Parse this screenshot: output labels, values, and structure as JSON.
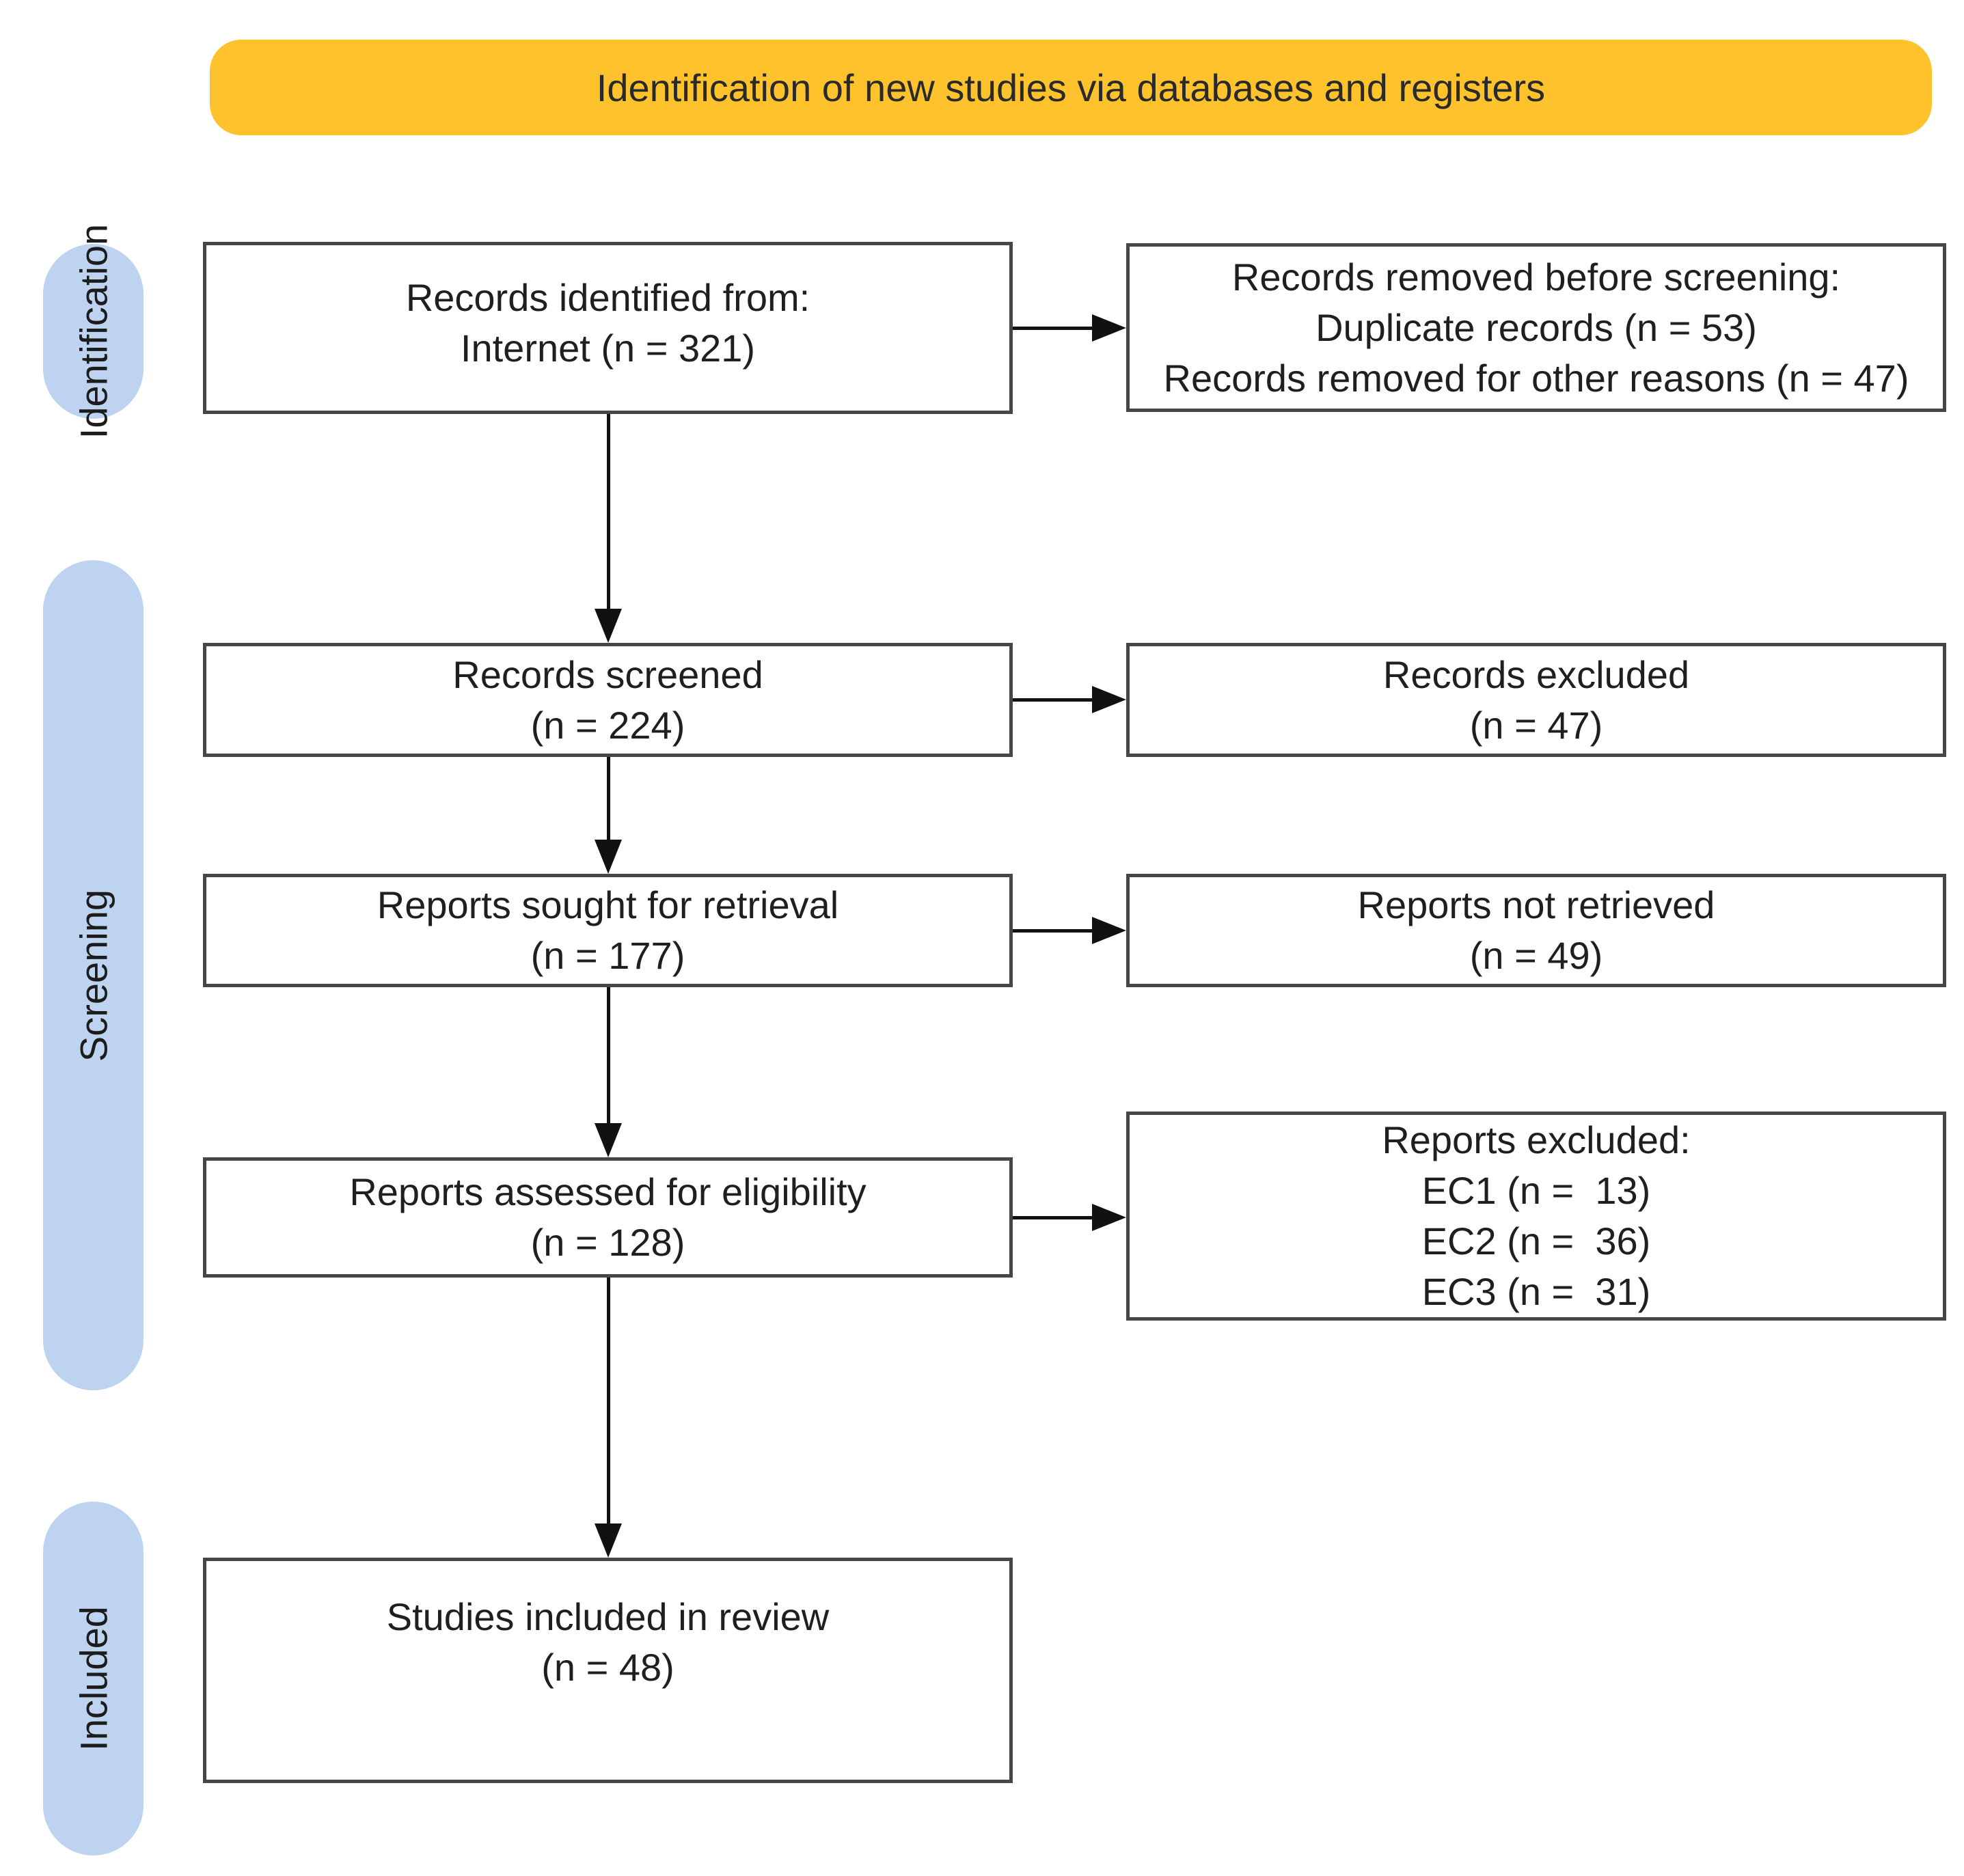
{
  "banner": {
    "title": "Identification of new studies via databases and registers"
  },
  "stages": {
    "identification": "Identification",
    "screening": "Screening",
    "included": "Included"
  },
  "boxes": {
    "identified": "Records identified from:\nInternet (n = 321)",
    "removed_before_screening": "Records removed before screening:\nDuplicate records (n = 53)\nRecords removed for other reasons (n = 47)",
    "screened": "Records screened\n(n = 224)",
    "records_excluded": "Records excluded\n(n = 47)",
    "sought_for_retrieval": "Reports sought for retrieval\n(n = 177)",
    "not_retrieved": "Reports not retrieved\n(n = 49)",
    "assessed_for_eligibility": "Reports assessed for eligibility\n(n = 128)",
    "reports_excluded": "Reports excluded:\nEC1 (n =  13)\nEC2 (n =  36)\nEC3 (n =  31)",
    "included_in_review": "Studies included in review\n(n = 48)"
  },
  "theme": {
    "banner_bg": "#FEC22C",
    "pill_bg": "#BDD3EF",
    "box_border": "#464646",
    "arrow_color": "#111111",
    "text_color": "#1f1f1f"
  }
}
